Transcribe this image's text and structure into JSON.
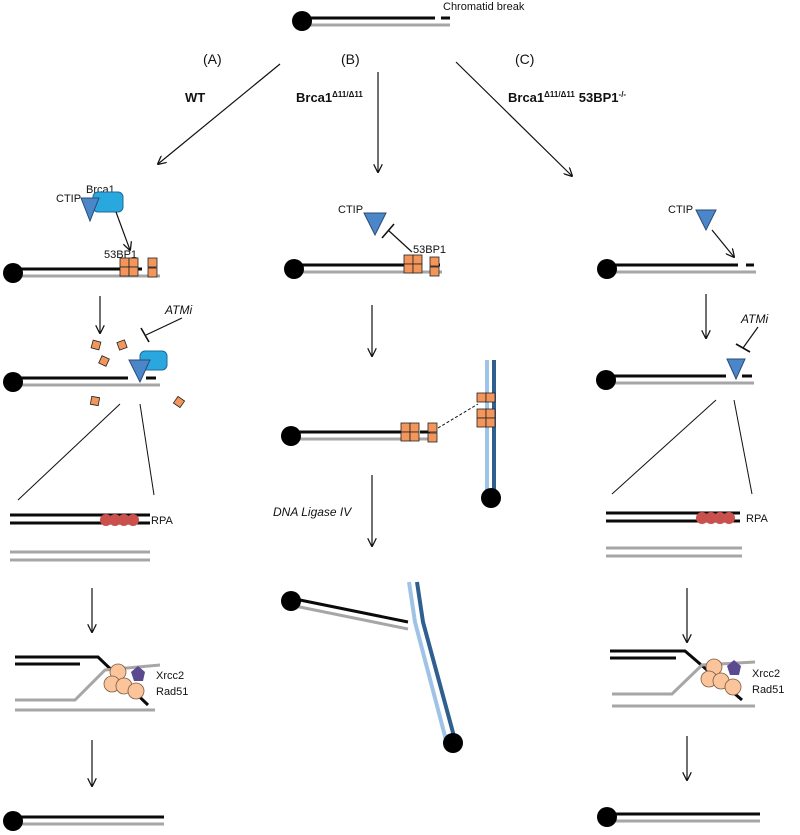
{
  "title": "Chromatid break",
  "panels": {
    "a": "(A)",
    "b": "(B)",
    "c": "(C)"
  },
  "genotypes": {
    "wt": "WT",
    "brca1_base": "Brca1",
    "brca1_sup": "Δ11/Δ11",
    "c_53bp1_base": "53BP1",
    "c_53bp1_sup": "-/-"
  },
  "labels": {
    "ctip": "CTIP",
    "brca1": "Brca1",
    "bp53": "53BP1",
    "atmi": "ATMi",
    "rpa": "RPA",
    "xrcc2": "Xrcc2",
    "rad51": "Rad51",
    "ligase": "DNA Ligase IV"
  },
  "colors": {
    "strand_dark": "#0a0a0a",
    "strand_gray": "#a6a6a6",
    "bp53_fill": "#f4955c",
    "ctip_fill": "#4a86c8",
    "brca1_fill": "#29a8e0",
    "rpa_fill": "#c9504c",
    "rad51_fill": "#fbc49a",
    "xrcc2_fill": "#5b4a8f",
    "chrom_light": "#9ec3e6",
    "chrom_dark": "#2f5f8f"
  },
  "icons": [
    "chromosome-end-icon",
    "ctip-triangle-icon",
    "brca1-shape-icon",
    "53bp1-square-icon",
    "rpa-bead-icon",
    "rad51-bead-icon",
    "xrcc2-pentagon-icon",
    "inhibition-bar-icon",
    "arrow-icon"
  ]
}
